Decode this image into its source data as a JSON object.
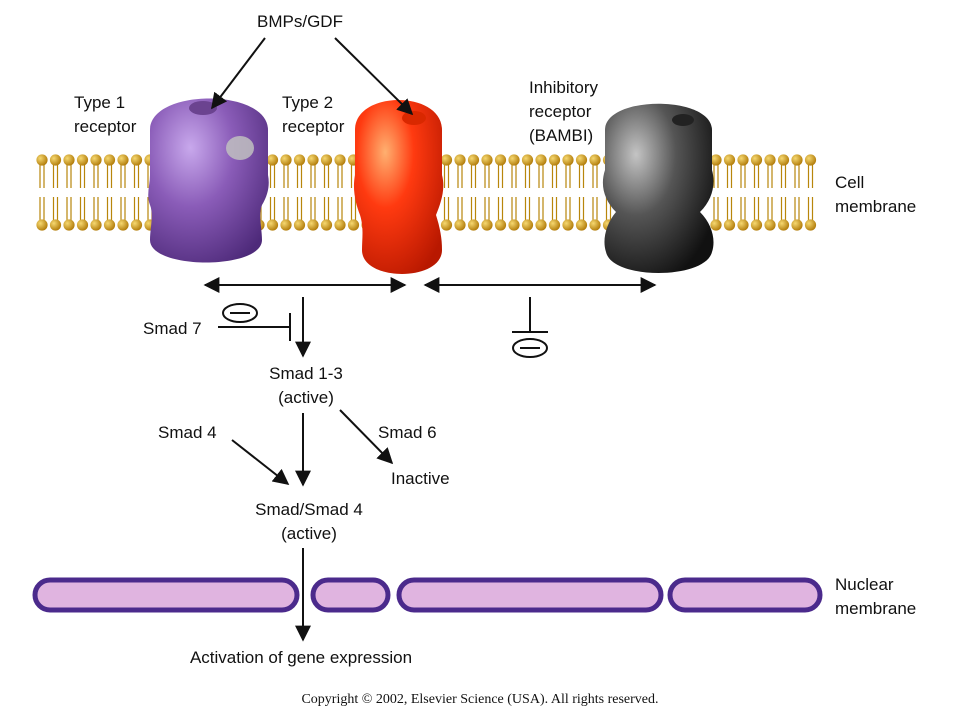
{
  "labels": {
    "ligand": "BMPs/GDF",
    "type1_line1": "Type 1",
    "type1_line2": "receptor",
    "type2_line1": "Type 2",
    "type2_line2": "receptor",
    "inhib_line1": "Inhibitory",
    "inhib_line2": "receptor",
    "inhib_line3": "(BAMBI)",
    "cell_line1": "Cell",
    "cell_line2": "membrane",
    "smad7": "Smad 7",
    "smad13_line1": "Smad 1-3",
    "smad13_line2": "(active)",
    "smad4": "Smad 4",
    "smad6": "Smad 6",
    "inactive": "Inactive",
    "smadsmad4_line1": "Smad/Smad 4",
    "smadsmad4_line2": "(active)",
    "nuclear_line1": "Nuclear",
    "nuclear_line2": "membrane",
    "activation": "Activation of gene expression",
    "copyright": "Copyright © 2002, Elsevier Science (USA). All rights reserved."
  },
  "colors": {
    "type1_receptor": "#8a5cb8",
    "type2_receptor": "#ff3a10",
    "inhibitory_receptor": "#3a3a3a",
    "lipid_head": "#d9a020",
    "nuclear_fill": "#e0b4e0",
    "nuclear_stroke": "#4b2a8c"
  }
}
